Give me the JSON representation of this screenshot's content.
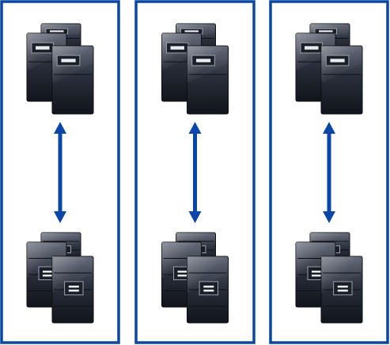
{
  "diagram": {
    "columns": [
      {
        "id": "column-1",
        "top_cluster": "server-cluster",
        "bottom_cluster": "server-cluster",
        "connector": "double-arrow"
      },
      {
        "id": "column-2",
        "top_cluster": "server-cluster",
        "bottom_cluster": "server-cluster",
        "connector": "double-arrow"
      },
      {
        "id": "column-3",
        "top_cluster": "server-cluster",
        "bottom_cluster": "server-cluster",
        "connector": "double-arrow"
      }
    ],
    "colors": {
      "frame": "#0b47a1",
      "arrow": "#0a46a8",
      "server_body_top": "#5b6171",
      "server_body_bottom": "#141821",
      "server_edge": "#0b0d12",
      "server_label": "#e9ecef"
    },
    "icons": {
      "server": "server-icon",
      "arrow": "double-arrow-icon"
    }
  }
}
